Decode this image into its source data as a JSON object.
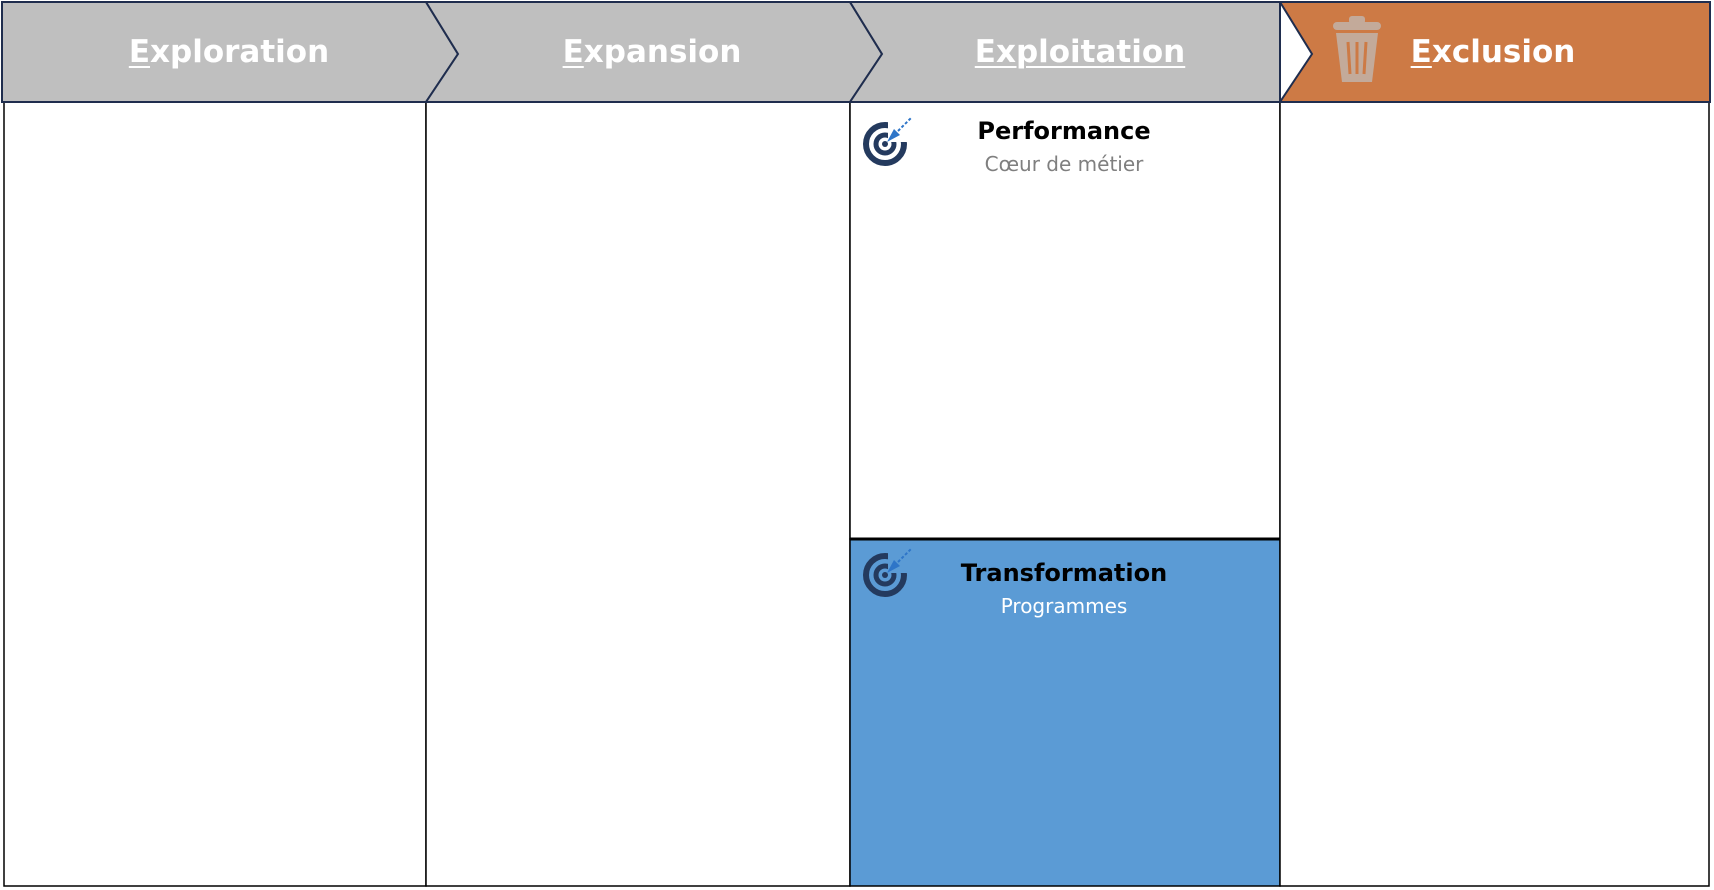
{
  "phases": [
    {
      "first_letter": "E",
      "rest": "xploration",
      "color": "#bfbfbf"
    },
    {
      "first_letter": "E",
      "rest": "xpansion",
      "color": "#bfbfbf"
    },
    {
      "first_letter": "",
      "rest": "Exploitation",
      "color": "#bfbfbf"
    },
    {
      "first_letter": "E",
      "rest": "xclusion",
      "color": "#cd7a45",
      "icon": "trash-icon"
    }
  ],
  "cards": {
    "performance": {
      "title": "Performance",
      "subtitle": "Cœur de métier",
      "icon": "target-icon",
      "color": "#ffffff"
    },
    "transformation": {
      "title": "Transformation",
      "subtitle": "Programmes",
      "icon": "target-icon",
      "color": "#5b9bd5"
    }
  },
  "colors": {
    "header_gray": "#bfbfbf",
    "exclusion_orange": "#cd7a45",
    "border_navy": "#1f2d4e",
    "transformation_blue": "#5b9bd5",
    "icon_navy": "#243a5e",
    "icon_blue": "#2e75c8"
  }
}
